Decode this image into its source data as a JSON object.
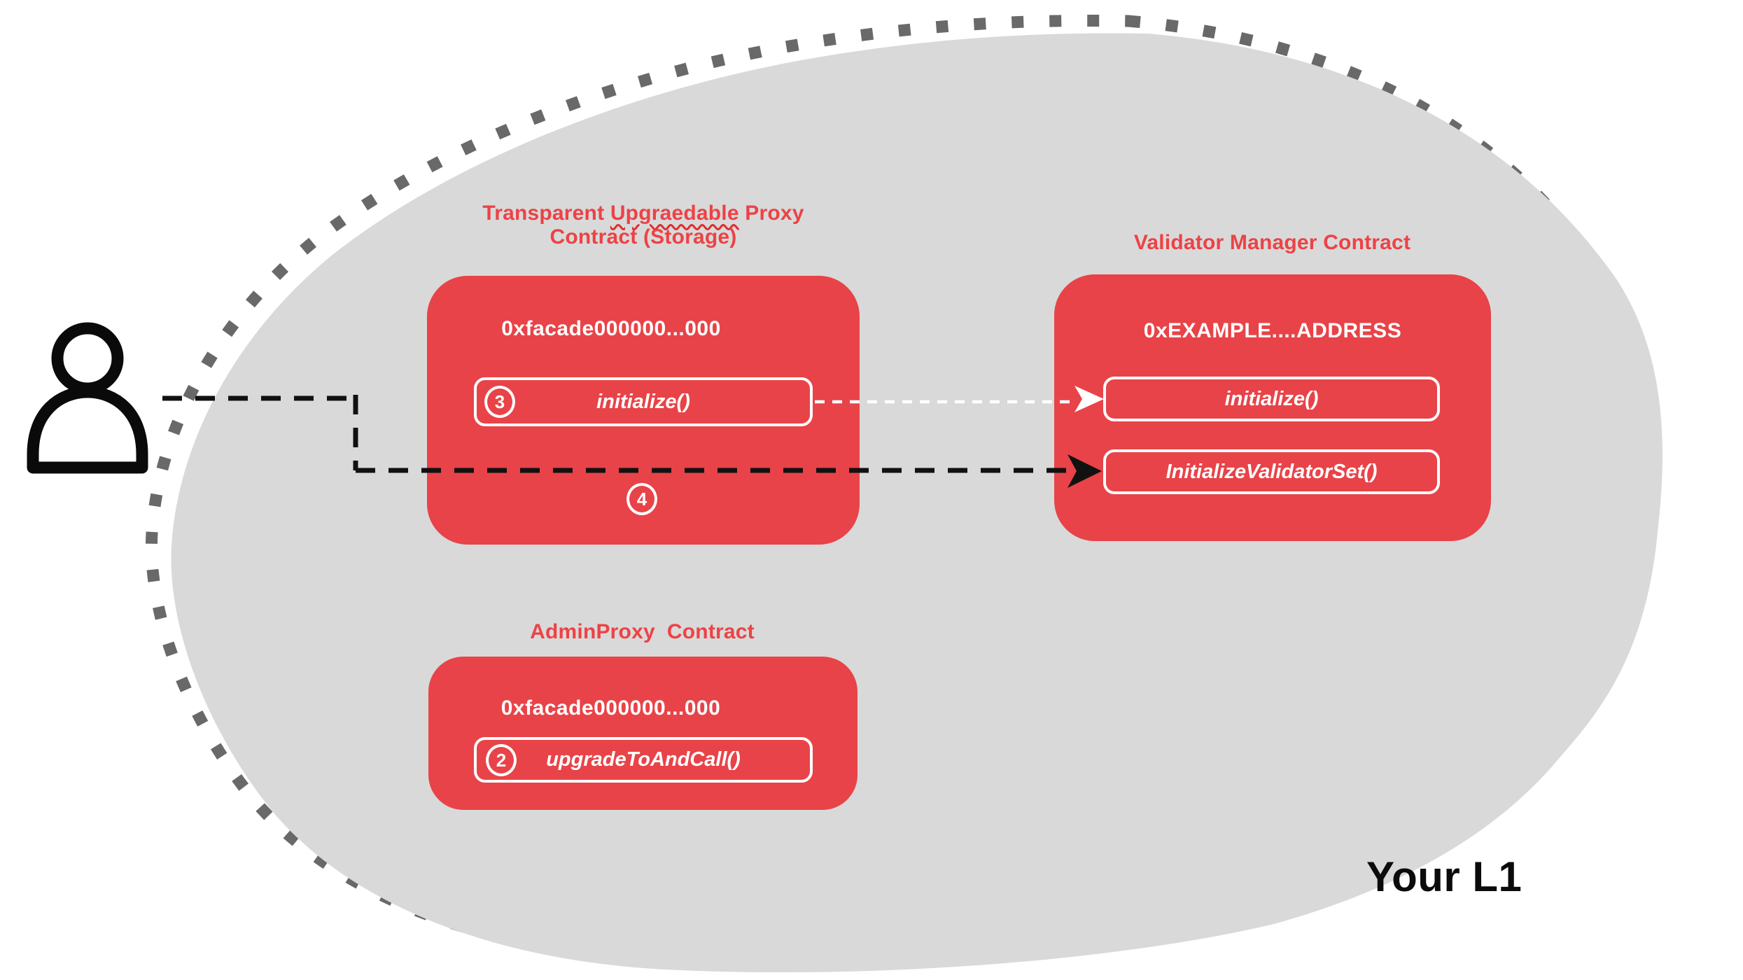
{
  "region": {
    "label": "Your L1"
  },
  "colors": {
    "box_red": "#e84348",
    "title_red": "#ed4245",
    "blob_gray": "#d9d9d9",
    "dot_gray": "#696969",
    "line_black": "#111111",
    "text_white": "#ffffff"
  },
  "proxy_box": {
    "title_line1_pre": "Transparent ",
    "title_line1_misspelled": "Upgraedable",
    "title_line1_post": " Proxy",
    "title_line2": "Contract (Storage)",
    "address": "0xfacade000000...000",
    "step_initialize": "3",
    "initialize_label": "initialize()",
    "step_after": "4"
  },
  "validator_box": {
    "title": "Validator Manager Contract",
    "address": "0xEXAMPLE....ADDRESS",
    "initialize_label": "initialize()",
    "initialize_validator_set_label": "InitializeValidatorSet()"
  },
  "admin_box": {
    "title": "AdminProxy  Contract",
    "address": "0xfacade000000...000",
    "step_upgrade": "2",
    "upgrade_label": "upgradeToAndCall()"
  }
}
